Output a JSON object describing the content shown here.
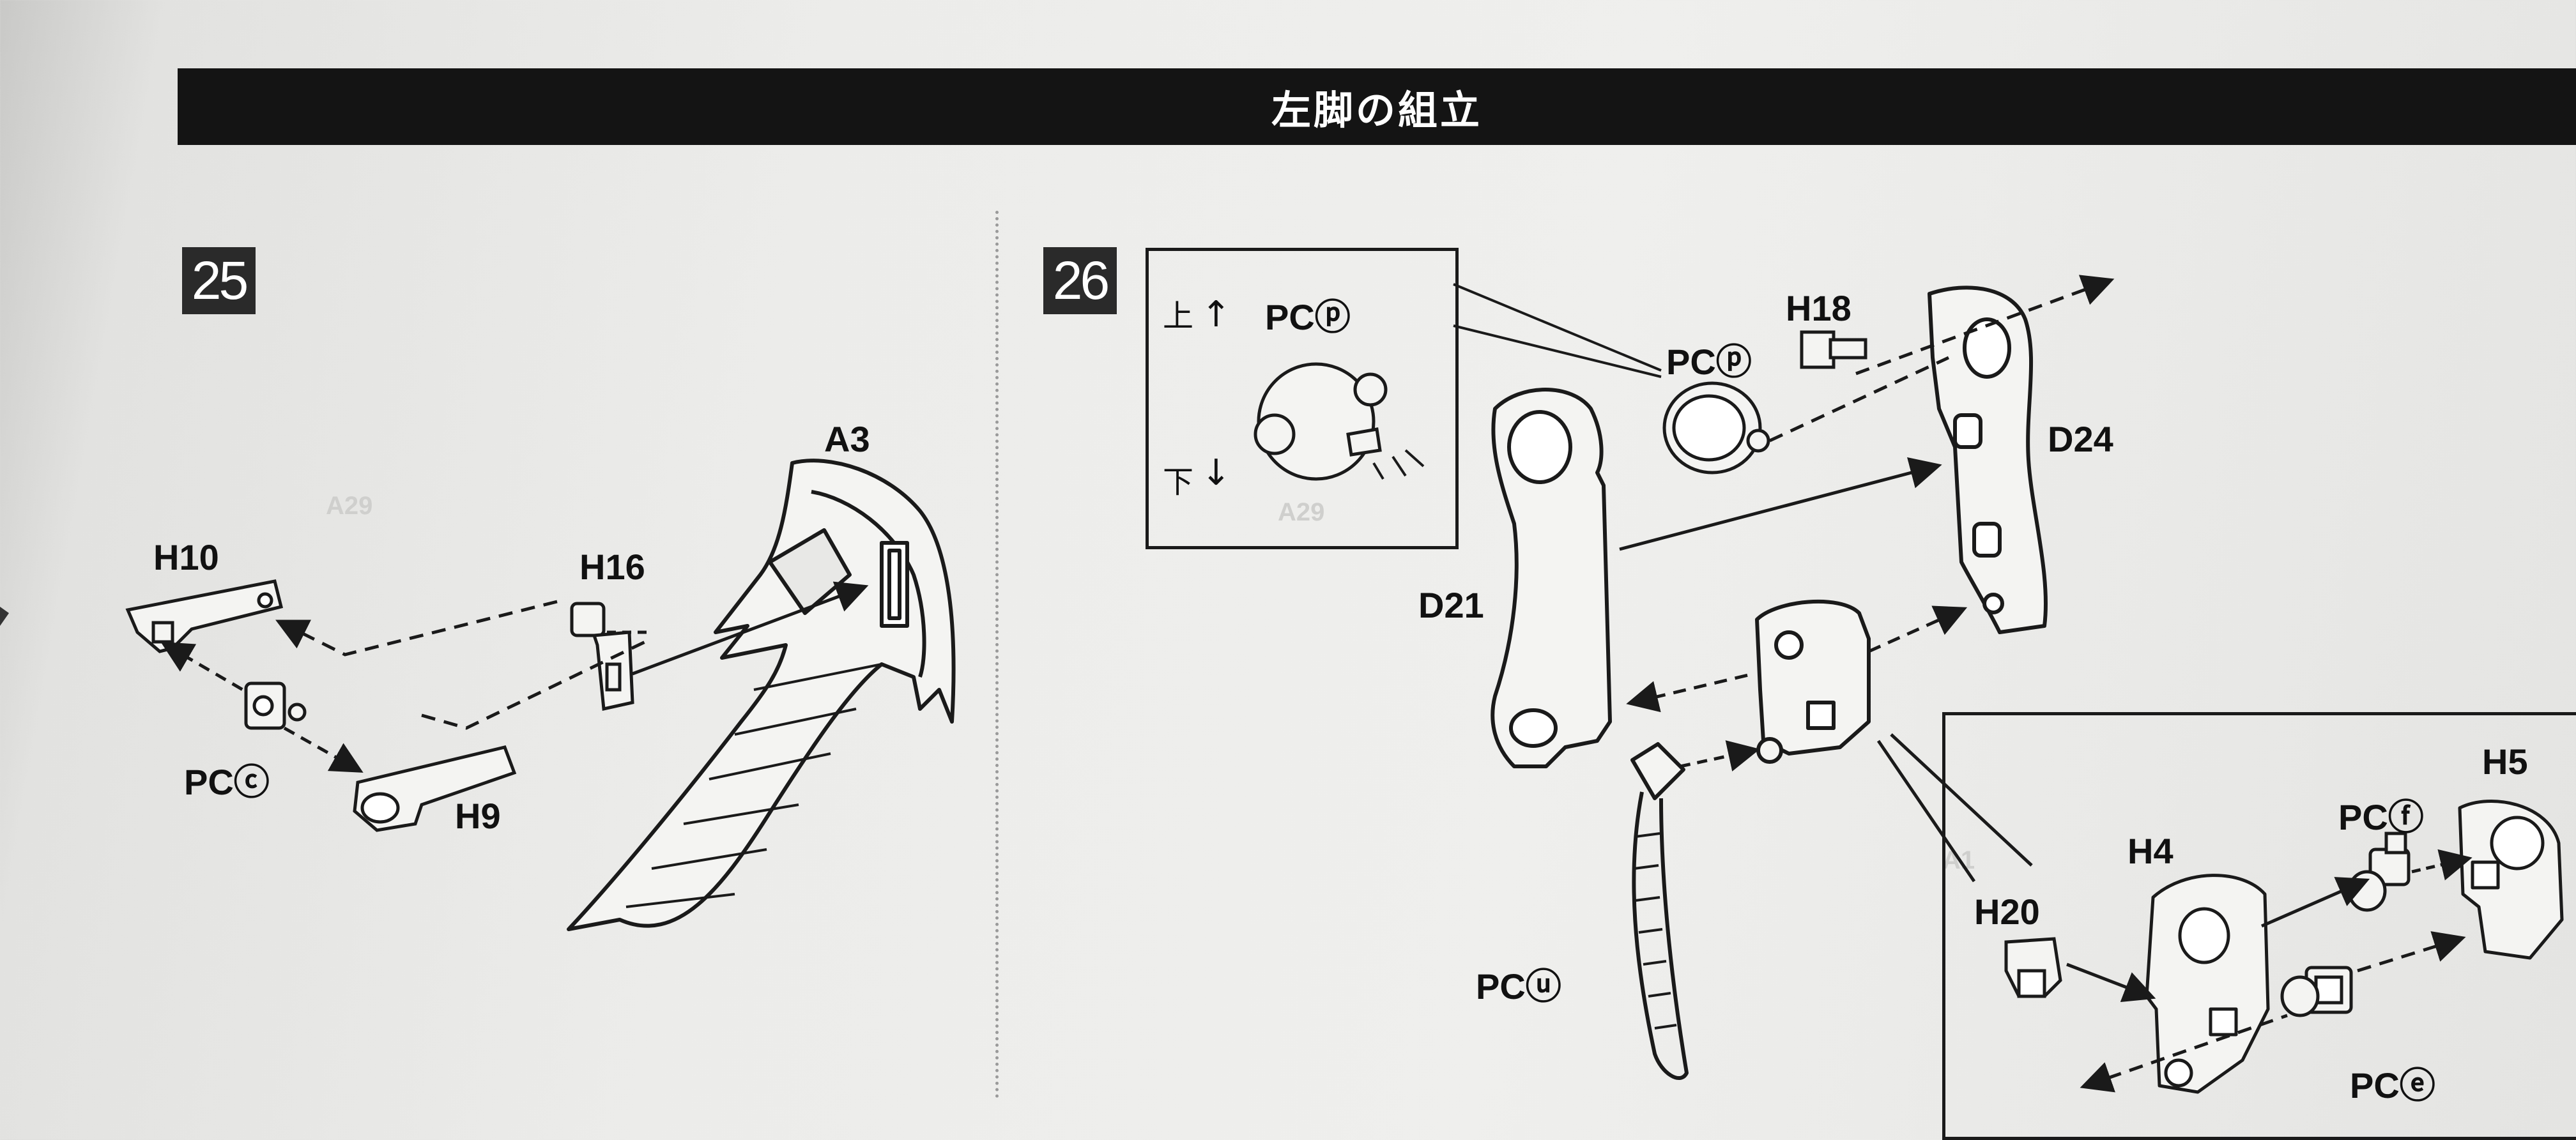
{
  "header": {
    "title": "左脚の組立"
  },
  "steps": [
    {
      "number": "25"
    },
    {
      "number": "26"
    }
  ],
  "step25": {
    "labels": {
      "a3": "A3",
      "h10": "H10",
      "h16": "H16",
      "pc_c": "PCⓒ",
      "h9": "H9"
    }
  },
  "step26": {
    "inset_top": {
      "up_kanji": "上",
      "up_arrow": "↑",
      "down_kanji": "下",
      "down_arrow": "↓",
      "part": "PCⓟ"
    },
    "labels": {
      "pc_p": "PCⓟ",
      "h18": "H18",
      "d24": "D24",
      "d21": "D21",
      "pc_u": "PCⓤ"
    },
    "inset_bottom": {
      "h5": "H5",
      "pc_f": "PCⓕ",
      "h4": "H4",
      "h20": "H20",
      "pc_e": "PCⓔ"
    }
  },
  "icons": {
    "binder_ring": "binder-ring-icon"
  },
  "colors": {
    "header_bg": "#141414",
    "line": "#1a1a1a",
    "paper": "#efefed"
  }
}
